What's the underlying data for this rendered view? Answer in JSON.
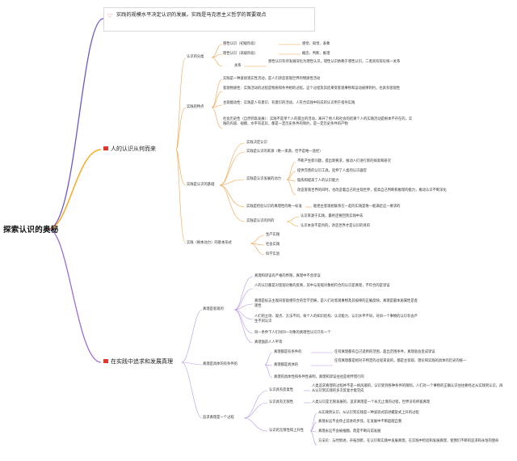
{
  "root": "探索认识的奥秘",
  "callout": "实践的规模水平决定认识的发展。实践是马克思主义哲学的首要观点",
  "colors": {
    "branch_top": "#ff9f00",
    "branch_bottom": "#9b6cd9",
    "callout_line": "#6f57c9",
    "leaf_line": "#f2a34a",
    "flag": "#e0372e"
  },
  "icons": {
    "callout": "heart-icon",
    "branch": "red-flag-icon"
  },
  "branch1": {
    "title": "人的认识从何而来",
    "cls": {
      "title": "认识的分类",
      "perceptual": "感性认识（初级阶段）",
      "perceptual_forms": "感觉、知觉、表象",
      "rational": "理性认识（高级阶段）",
      "rational_forms": "概念、判断、推理",
      "relation": "关系",
      "relation_text": "感性认识有待发展深化为理性认识，理性认识依赖于感性认识，二者具有辩证统一关系"
    },
    "features": {
      "title": "实践的特点",
      "def": "实践是一种直接现实性活动，是人们改造客观世界的物质性活动",
      "objective": "客观物质性：实践活动的过程是物质和条件相的过程。这个过程及其结果受客观事物和运动规律制约，也具有客观性",
      "subjective": "主观能动性：实践是人有意识、有意识的活动，人符合实践中形成的认识用于指导实践",
      "social": "社会历史性（自然到高发展）：实践不是单个人的孤立的活动，离开了他人和社会的结果个人的实践活动是根本不存在的，实践的内容、规模、水平有差异，都是一定历史条件的制约，是一定历史条件的产物"
    },
    "basis": {
      "title": "实践是认识的基础",
      "b1": "实践决定认识",
      "b2": "实践是认识的来源（唯一来源，但不是唯一途径）",
      "power": "实践是认识发展的动力",
      "p1": "不断产生新问题，提出新要求，推动人们进行新的探索和研究",
      "p2": "提供完善的认识工具，延伸了人类的认识器官",
      "p3": "锻炼和提高了人的认识能力",
      "p4": "改造客观世界的同时，也改造着自己的主观世界，提高自己判断和推理的能力，推动认识不断深化",
      "standard": "实践是检验认识的真理性的唯一标准",
      "standard_text": "能把主客观相联系在一起的实践是唯一能满足这一要求的",
      "purpose": "实践是认识的目的",
      "pu1": "认识来源于实践，最终还要回到实践中去",
      "pu2": "认识本身不是目的，改造世界才是认识的目的"
    },
    "forms": {
      "title": "实践（根本动力）的基本形式",
      "f1": "生产实践",
      "f2": "社会实践",
      "f3": "科学实验"
    }
  },
  "branch2": {
    "title": "在实践中追求和发展真理",
    "meaning": {
      "title": "真理是客观的",
      "m1": "真理和谬误有严格的界限，真理中不含谬误",
      "m2": "人的认识都是对客观对象的反映，其中与客观对象相符合的认识是真理，不符合的是谬误",
      "m3": "真理是标志主观同客观相符合的哲学范畴，是人们对客观事物及其规律的正确反映，真理是最本质属性是客观性",
      "m4": "人们的立场、观点、方法不同，每个人的知识结构、认识能力、认识水平不同，对同一个事物的认识有会产生不同认识",
      "m5": "同一条件下人们对同一对象的真理性认识只有一个",
      "m6": "真理面前人人平等"
    },
    "concrete": {
      "title": "真理是具体的有条件的",
      "c1": "真理都是有条件的",
      "c1t": "任何真理都有自己适用的范围，超出范围条件，真理就会变成谬误",
      "c2": "真理都是具体的",
      "c2t": "任何真理都是相对于特定的过程来说的，都是主客观、理论和实践的具体的历史的统一",
      "c3": "真理的具体性和条件性表明，真理和谬误往往是相伴而行的"
    },
    "process": {
      "title": "追求真理是一个过程",
      "repeat": "认识具有反复性",
      "repeat_text": "人类追求真理的过程并不是一帆风顺的，认识受到各种条件的限制，人们对一个事物的正确认识往往要经过从实践到认识，再从认识到实践的多次反复才能完成",
      "infinite": "认识具有无限性",
      "infinite_text": "人类认识是无限发展的，追求真理是一个永无止境的过程，世界没有终极真理",
      "upward": "认识的无限性和上升性",
      "u1": "从实践到认识，从认识到实践是一种波浪式前进螺旋式上升的过程",
      "u2": "真理永远不会停止前进的步伐，在发展中不断超越自我",
      "u3": "真理永远不会被推翻，而是不断向前发展",
      "u4": "方法论：与时俱进，开拓创新，在认识和实践中发展真理，在实践中检验和发展真理，使我们不断的追求和永恒的使命"
    }
  }
}
